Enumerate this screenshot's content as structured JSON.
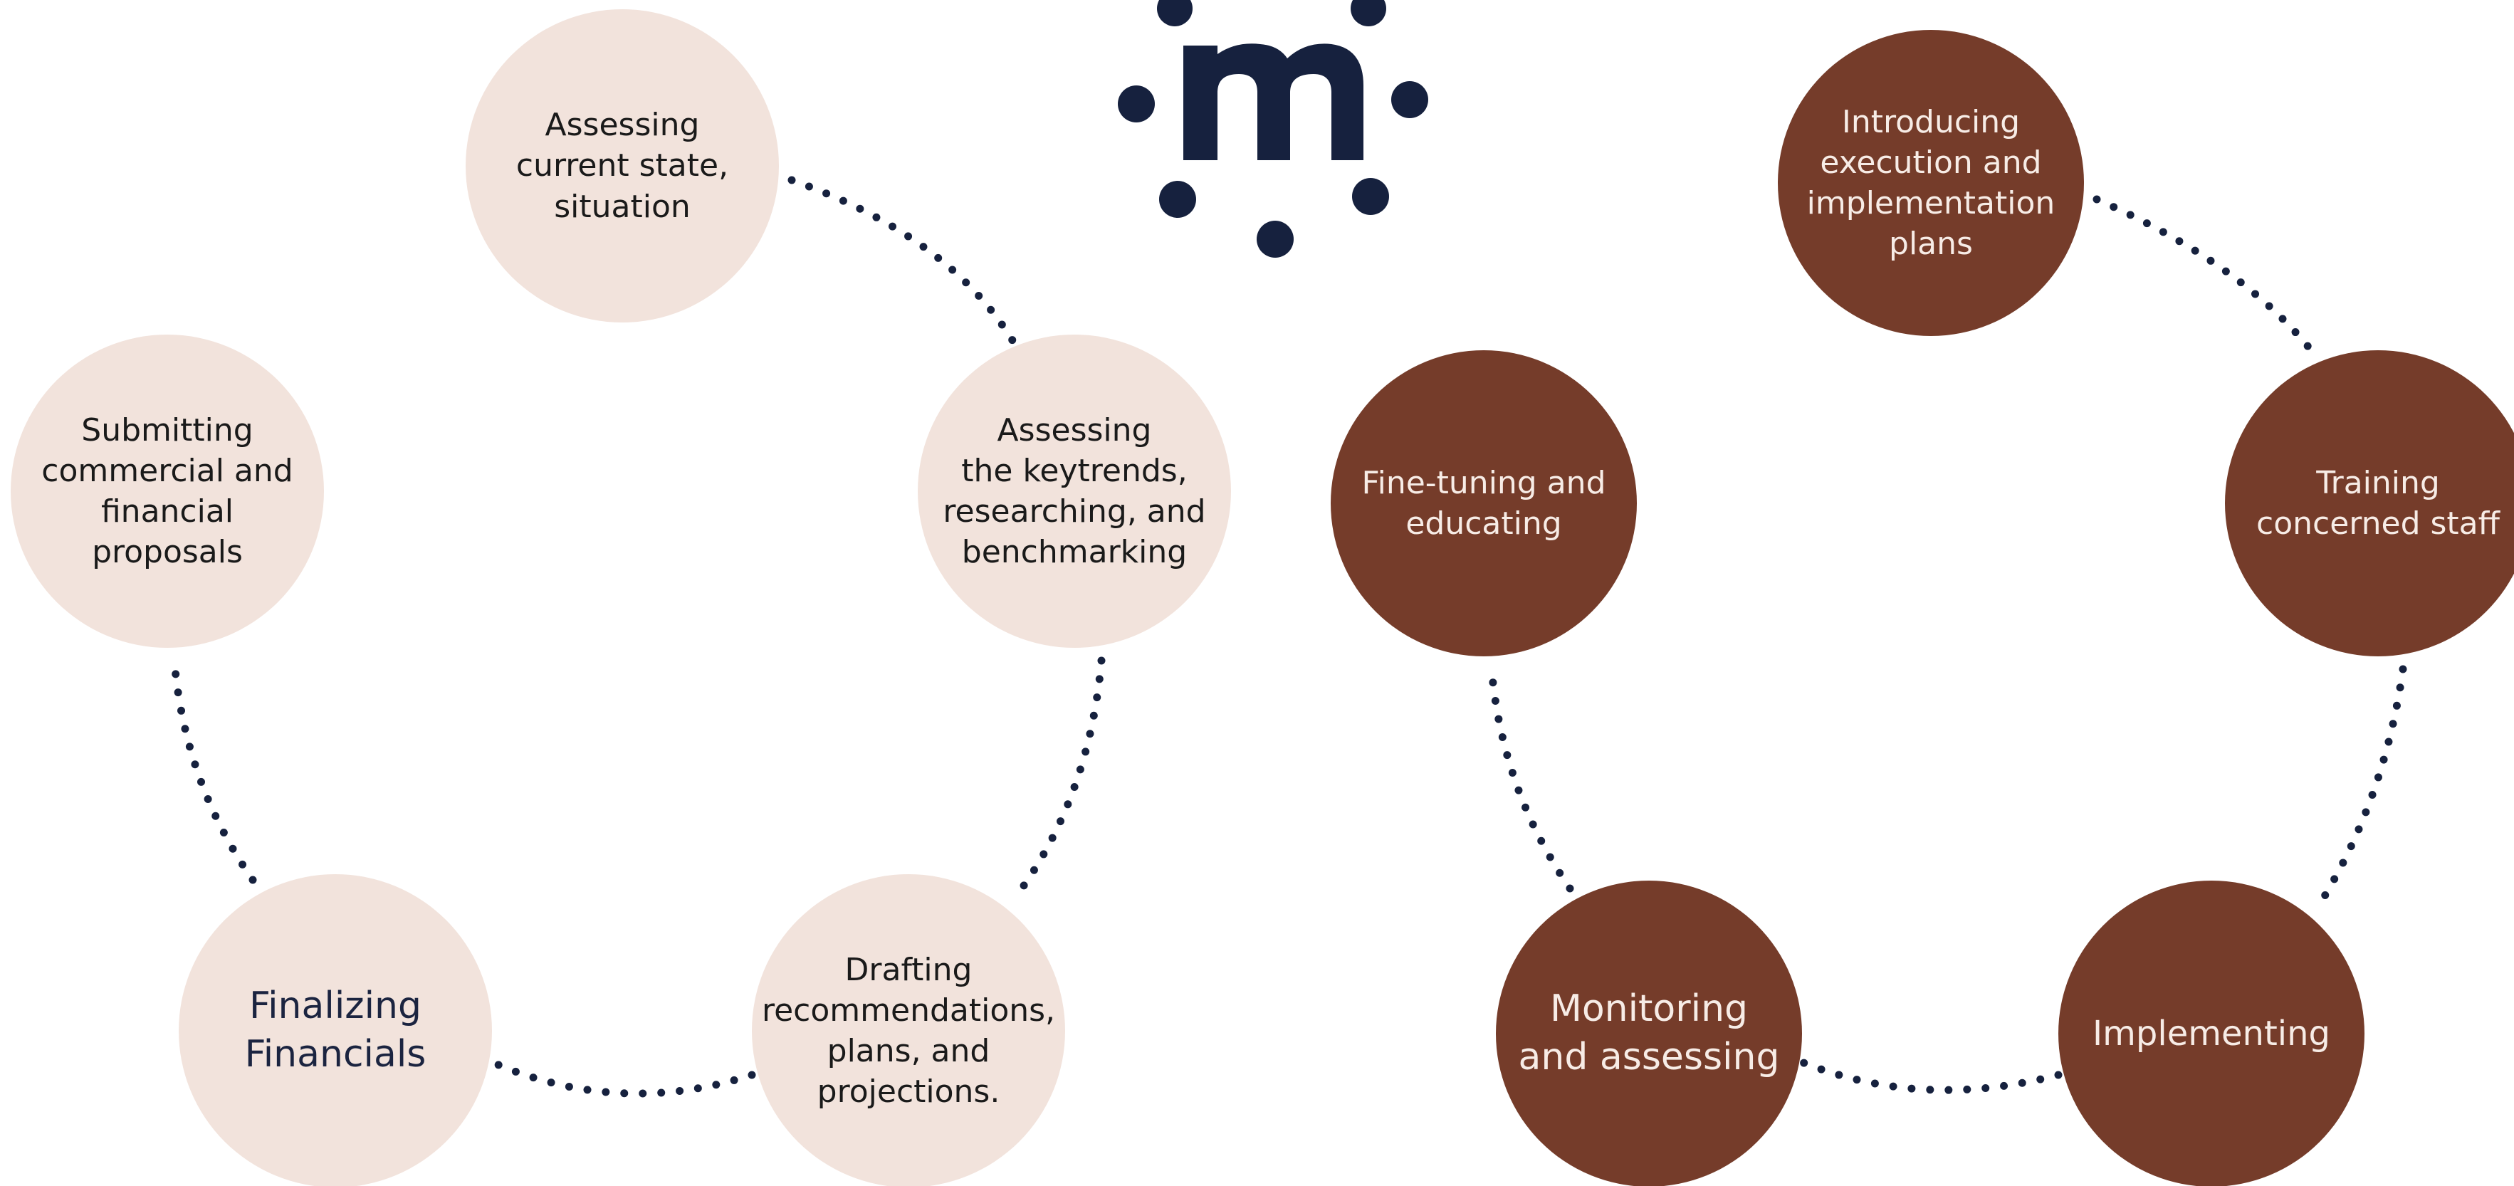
{
  "colors": {
    "light_fill": "#f2e3dc",
    "dark_fill": "#753c2a",
    "navy": "#1b2440"
  },
  "logo": {
    "icon": "m-logo-icon",
    "letter": "m"
  },
  "left_cycle": {
    "steps": [
      {
        "label": "Assessing\ncurrent state,\nsituation"
      },
      {
        "label": "Assessing\nthe keytrends,\nresearching, and\nbenchmarking"
      },
      {
        "label": "Drafting\nrecommendations,\nplans, and\nprojections."
      },
      {
        "label": "Finalizing\nFinancials"
      },
      {
        "label": "Submitting\ncommercial and\nfinancial proposals"
      }
    ]
  },
  "right_cycle": {
    "steps": [
      {
        "label": "Introducing\nexecution and\nimplementation\nplans"
      },
      {
        "label": "Training\nconcerned staff"
      },
      {
        "label": "Implementing"
      },
      {
        "label": "Monitoring\nand assessing"
      },
      {
        "label": "Fine-tuning and\neducating"
      }
    ]
  }
}
